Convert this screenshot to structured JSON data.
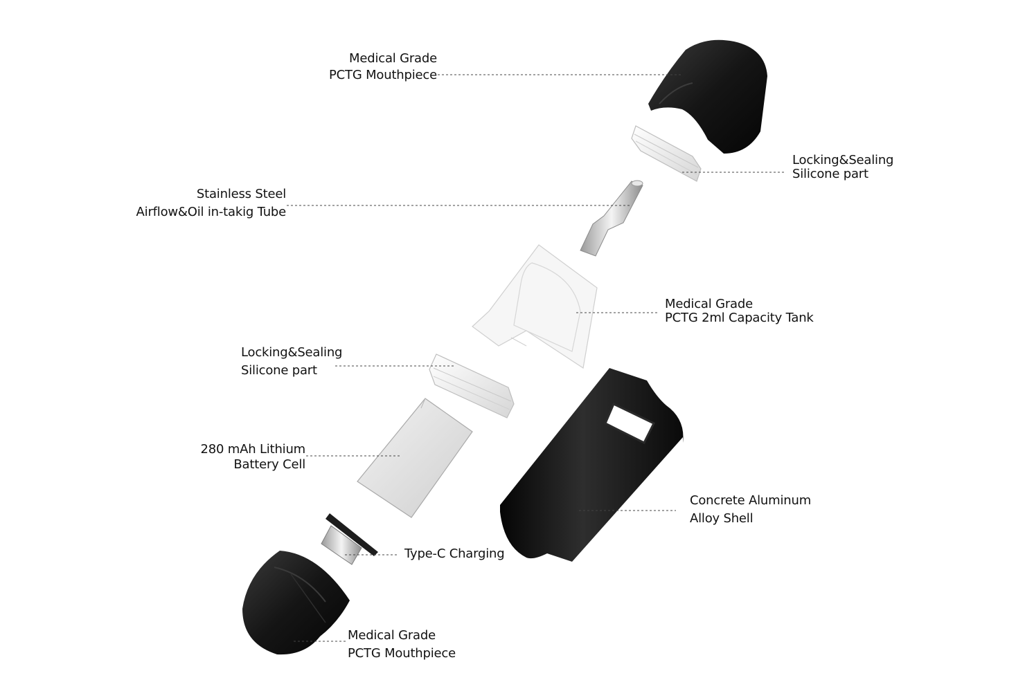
{
  "labels": {
    "mouthpiece_top": {
      "line1": "Medical  Grade",
      "line2": "PCTG Mouthpiece"
    },
    "sealing_top": {
      "line1": "Locking&Sealing",
      "line2": "Silicone part"
    },
    "tube": {
      "line1": "Stainless Steel",
      "line2": "Airflow&Oil in-takig Tube"
    },
    "tank": {
      "line1": "Medical  Grade",
      "line2": "PCTG 2ml  Capacity  Tank"
    },
    "sealing_bottom": {
      "line1": "Locking&Sealing",
      "line2": "Silicone part"
    },
    "battery": {
      "line1": "280 mAh Lithium",
      "line2": "Battery Cell"
    },
    "shell": {
      "line1": "Concrete Aluminum",
      "line2": "Alloy Shell"
    },
    "charging": {
      "line1": "Type-C Charging"
    },
    "mouthpiece_bottom": {
      "line1": "Medical  Grade",
      "line2": "PCTG Mouthpiece"
    }
  },
  "colors": {
    "text": "#111111",
    "leader": "#444444",
    "black_part": "#141414",
    "silicone": "#eeeeee",
    "steel": "#c9c9c9"
  }
}
